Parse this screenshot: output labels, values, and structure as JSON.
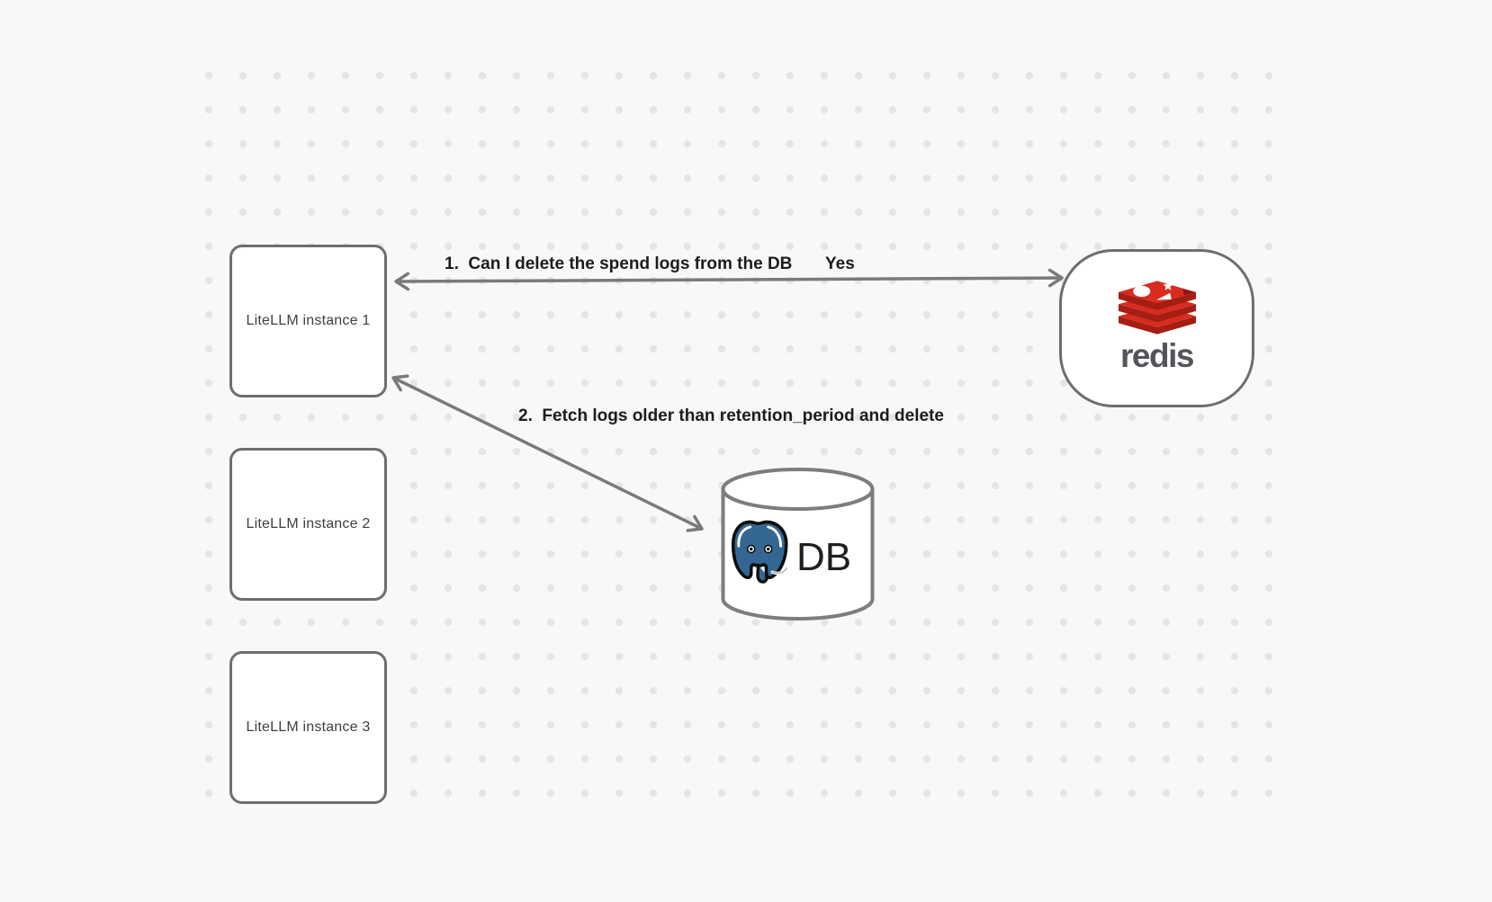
{
  "diagram": {
    "nodes": {
      "instance1": {
        "label": "LiteLLM instance 1"
      },
      "instance2": {
        "label": "LiteLLM instance 2"
      },
      "instance3": {
        "label": "LiteLLM instance 3"
      },
      "redis": {
        "label": "redis"
      },
      "db": {
        "label": "DB"
      }
    },
    "edges": {
      "edge1": {
        "label": "1.  Can I delete the spend logs from the DB",
        "response": "Yes",
        "from": "instance1",
        "to": "redis",
        "direction": "bidirectional"
      },
      "edge2": {
        "label": "2.  Fetch logs older than retention_period and delete",
        "from": "instance1",
        "to": "db",
        "direction": "bidirectional"
      }
    },
    "colors": {
      "background": "#f8f8f8",
      "grid_dot": "#e5e5e5",
      "node_border": "#6e6e6e",
      "node_fill": "#ffffff",
      "arrow": "#7a7a7a",
      "edge_label_text": "#1c1c1c",
      "node_label_text": "#3f3f3f",
      "redis_red": "#d82c20",
      "redis_dark_red": "#a41e11",
      "redis_wordmark": "#54555a",
      "postgres_blue": "#336791",
      "db_text": "#1f1f1f"
    },
    "icons": {
      "redis_logo": "redis-stack-logo-icon",
      "postgres_elephant": "postgresql-elephant-icon",
      "database_cylinder": "database-cylinder-shape"
    }
  }
}
